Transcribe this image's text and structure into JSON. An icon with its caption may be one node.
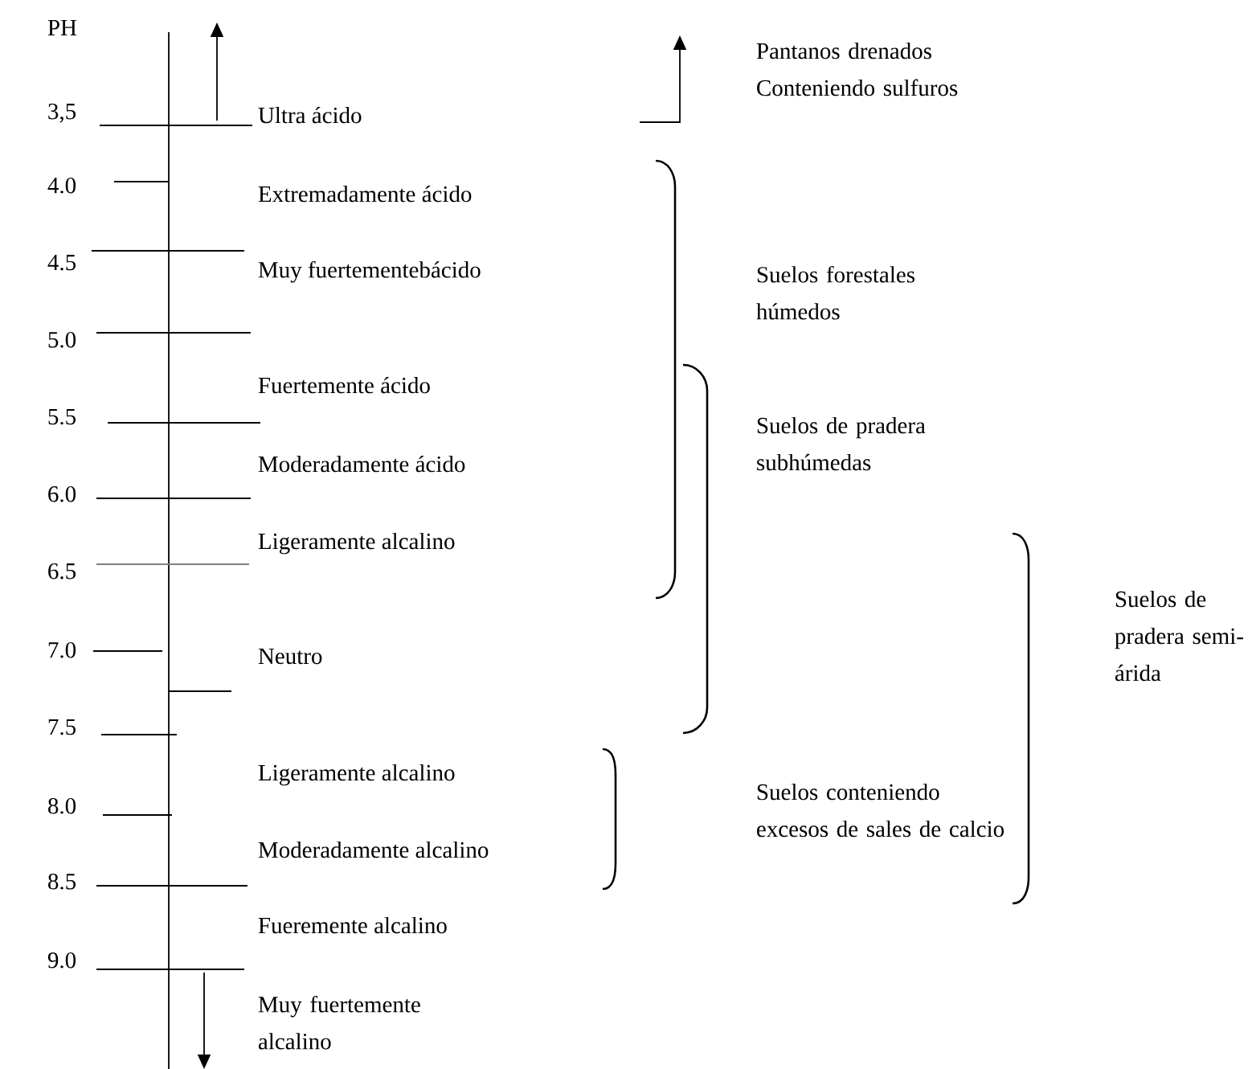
{
  "diagram": {
    "labels": [
      "PH",
      "3,5",
      "Ultra ácido",
      "Pantanos drenados Conteniendo sulfuros",
      "4.0",
      "Extremadamente ácido",
      "4.5",
      "Muy fuertementebácido",
      "Suelos forestales húmedos",
      "5.0",
      "Fuertemente ácido",
      "5.5",
      "Suelos de pradera subhúmedas",
      "Moderadamente ácido",
      "6.0",
      "Ligeramente alcalino",
      "6.5",
      "Suelos de pradera semi-árida",
      "7.0",
      "Neutro",
      "7.5",
      "Ligeramente alcalino",
      "8.0",
      "Suelos conteniendo excesos de sales de calcio",
      "Moderadamente alcalino",
      "8.5",
      "Fueremente alcalino",
      "9.0",
      "Muy fuertemente alcalino"
    ]
  }
}
